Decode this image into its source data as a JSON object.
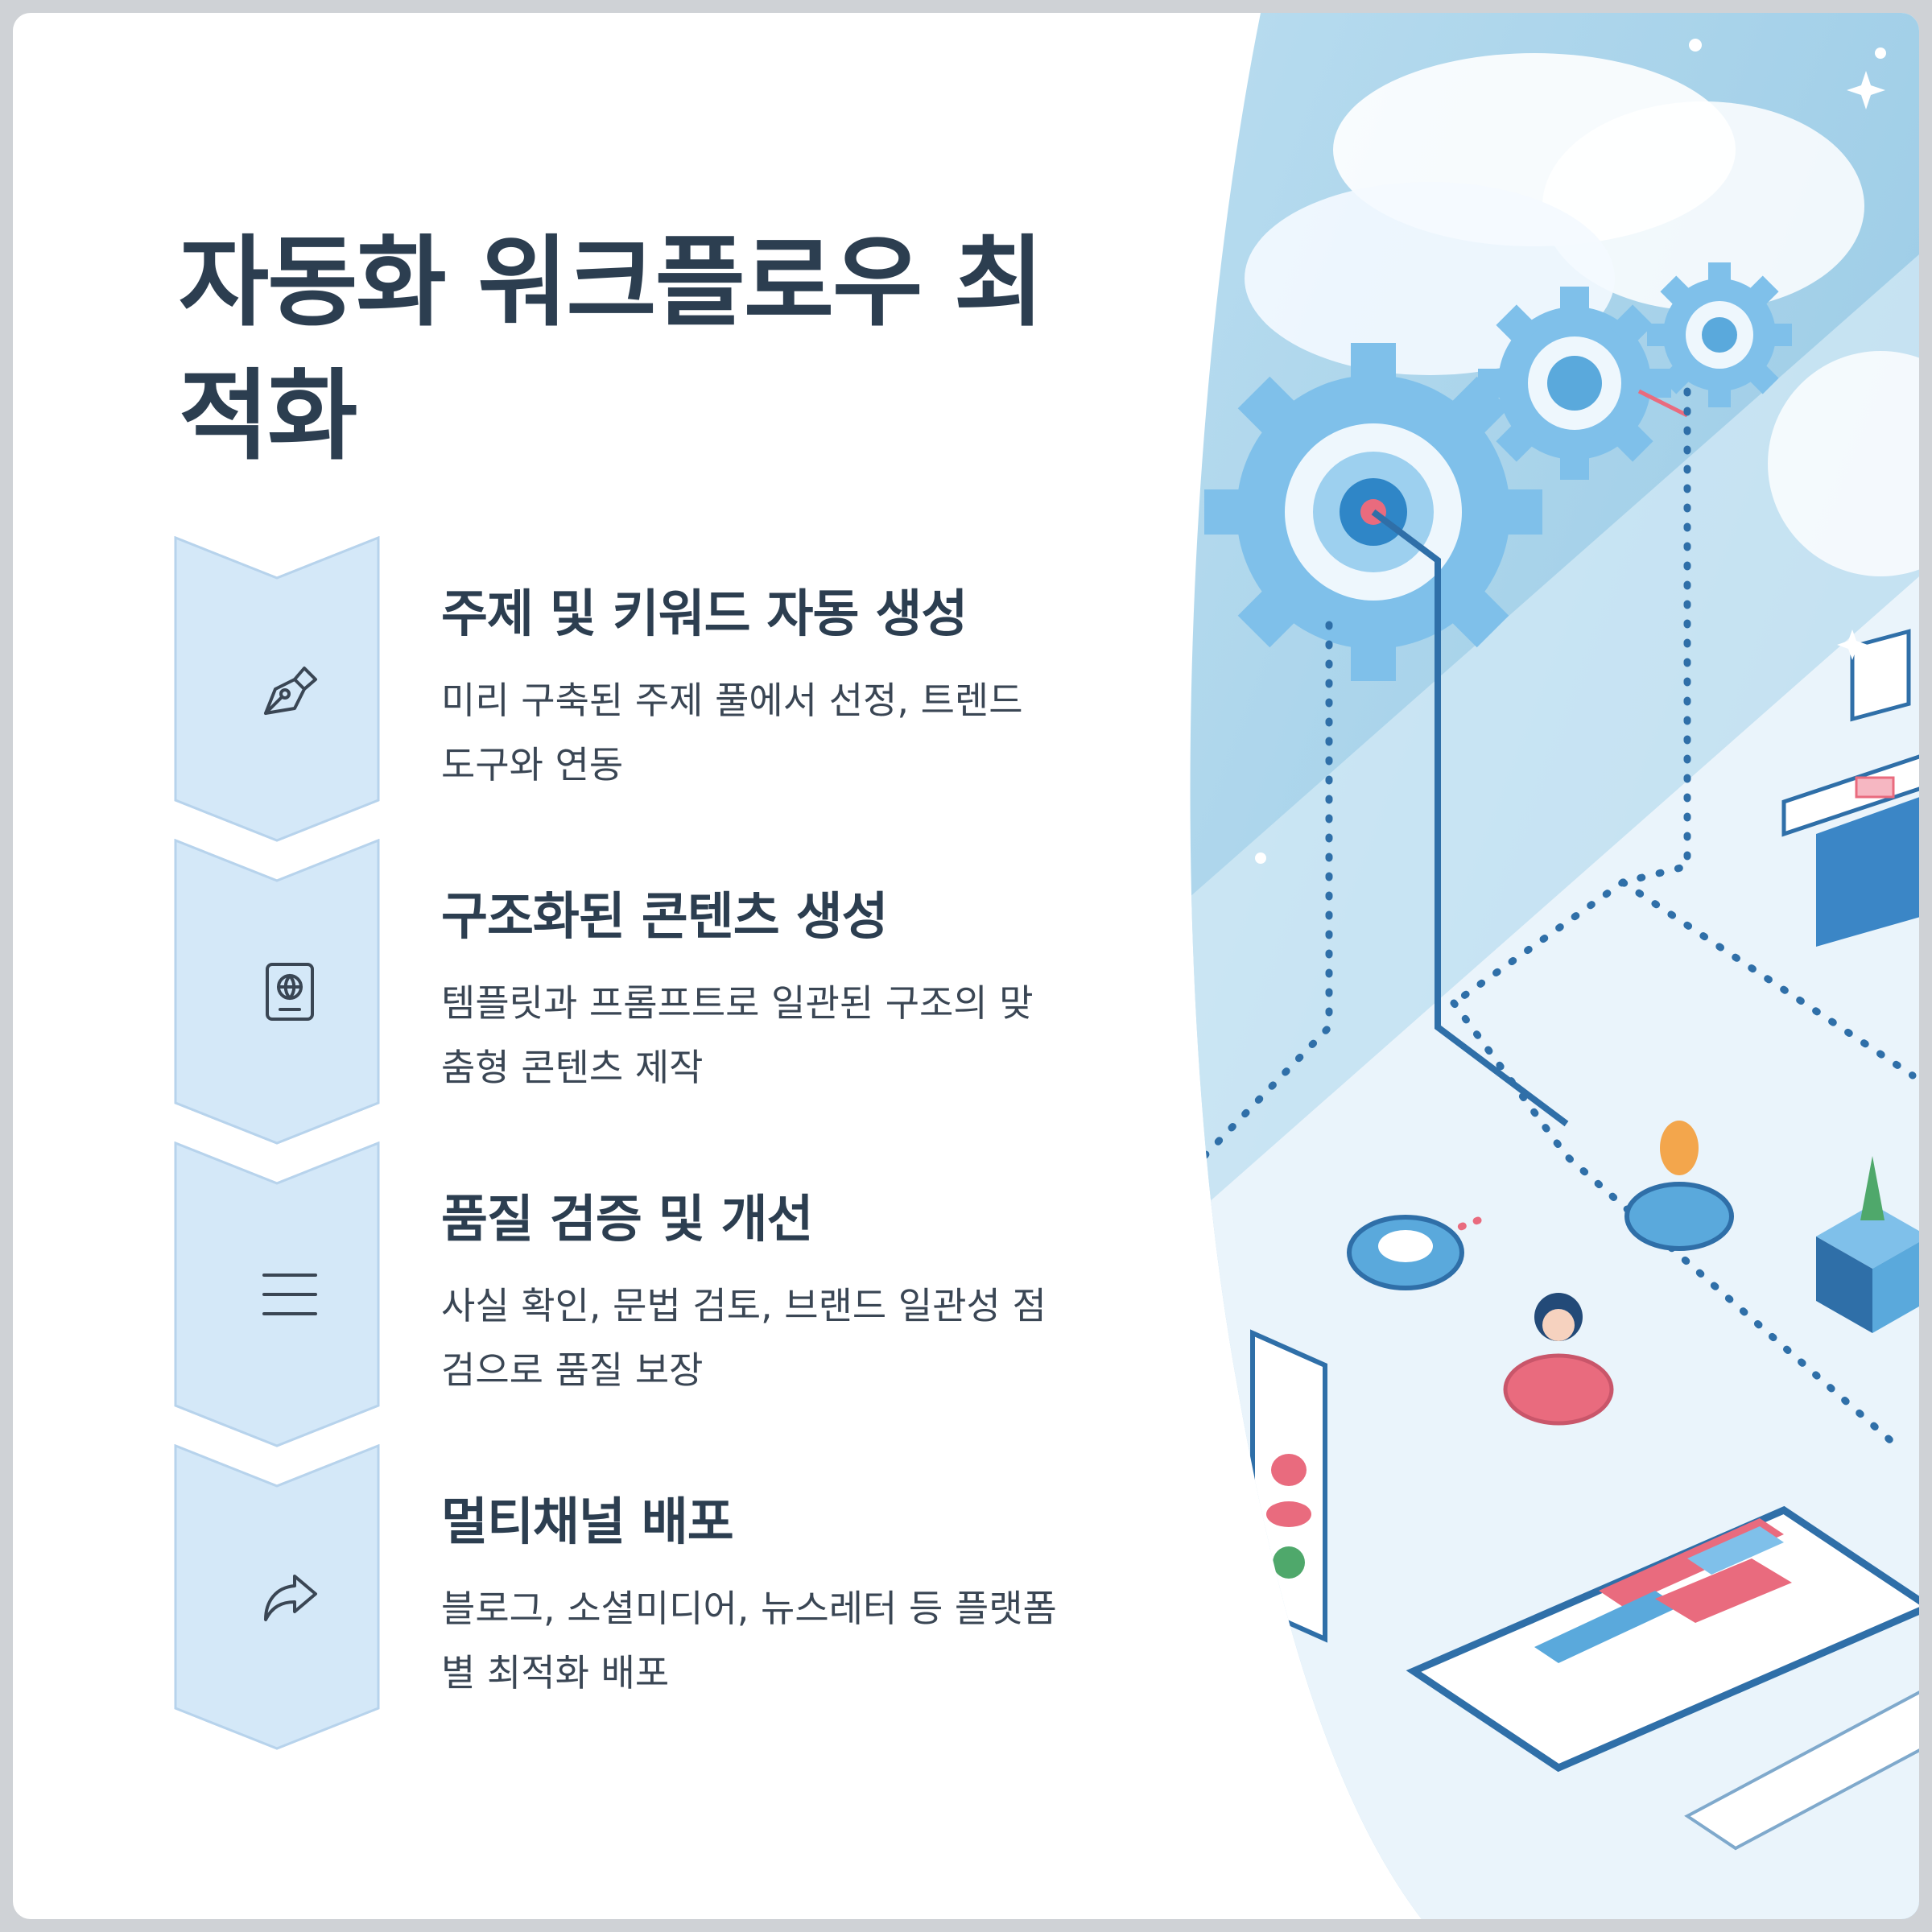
{
  "title": "자동화 워크플로우 최적화",
  "steps": [
    {
      "heading": "주제 및 키워드 자동 생성",
      "description": "미리 구축된 주제 풀에서 선정, 트렌드 도구와 연동",
      "icon": "pen-nib-icon"
    },
    {
      "heading": "구조화된 콘텐츠 생성",
      "description": "템플릿과 프롬프트로 일관된 구조의 맞춤형 콘텐츠 제작",
      "icon": "passport-globe-icon"
    },
    {
      "heading": "품질 검증 및 개선",
      "description": "사실 확인, 문법 검토, 브랜드 일관성 점검으로 품질 보장",
      "icon": "menu-lines-icon"
    },
    {
      "heading": "멀티채널 배포",
      "description": "블로그, 소셜미디어, 뉴스레터 등 플랫폼별 최적화 배포",
      "icon": "share-arrow-icon"
    }
  ],
  "colors": {
    "title": "#2c3e50",
    "chevron_fill": "#d4e8f8",
    "chevron_stroke": "#b7d3ec",
    "accent_blue": "#3a86c8",
    "accent_pink": "#e96b7e",
    "sky": "#a9d3ea"
  },
  "illustration": "isometric-automation-workflow-illustration"
}
